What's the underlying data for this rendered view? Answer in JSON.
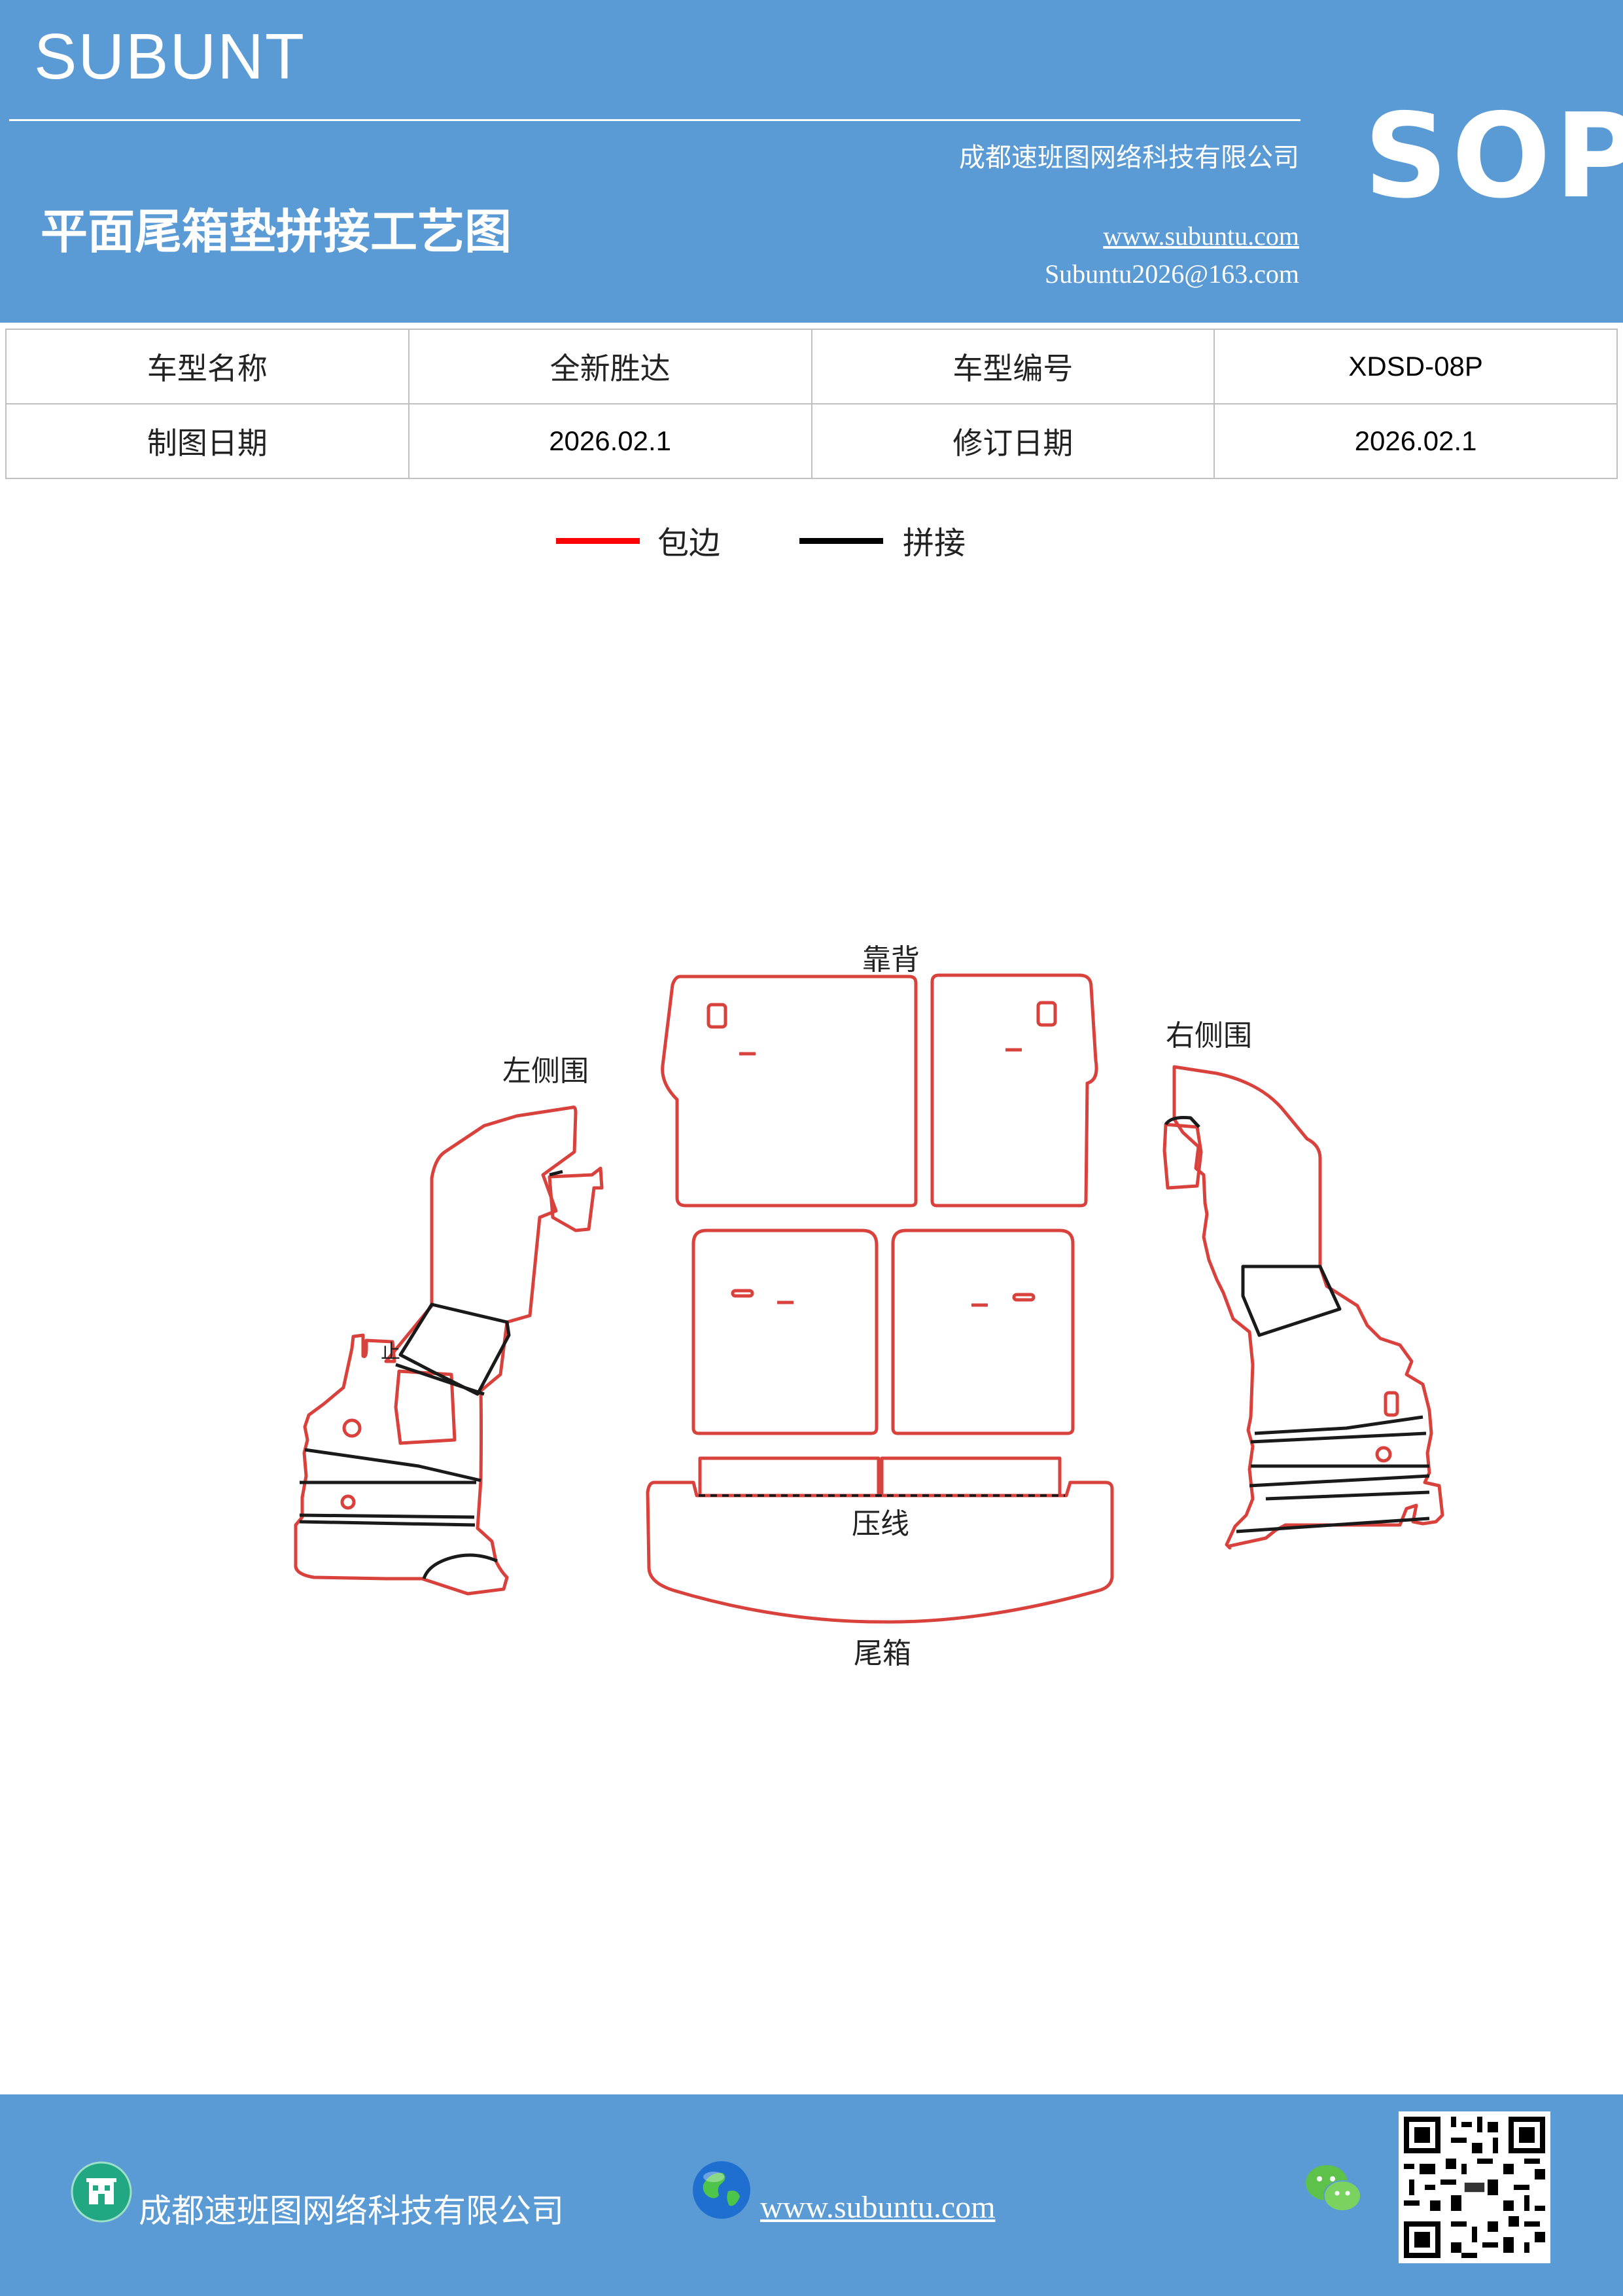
{
  "header": {
    "brand": "SUBUNT",
    "title": "平面尾箱垫拼接工艺图",
    "company": "成都速班图网络科技有限公司",
    "website": "www.subuntu.com",
    "email": "Subuntu2026@163.com",
    "badge": "SOP"
  },
  "info_table": {
    "rows": [
      [
        "车型名称",
        "全新胜达",
        "车型编号",
        "XDSD-08P"
      ],
      [
        "制图日期",
        "2026.02.1",
        "修订日期",
        "2026.02.1"
      ]
    ]
  },
  "legend": {
    "items": [
      {
        "label": "包边",
        "color": "#ff0000"
      },
      {
        "label": "拼接",
        "color": "#000000"
      }
    ]
  },
  "diagram": {
    "labels": {
      "backrest": "靠背",
      "left_side": "左侧围",
      "right_side": "右侧围",
      "crease": "压线",
      "trunk": "尾箱",
      "small_mark": "止"
    },
    "colors": {
      "edge": "#d9413c",
      "seam": "#1a1a1a"
    }
  },
  "footer": {
    "company": "成都速班图网络科技有限公司",
    "website": "www.subuntu.com",
    "icons": [
      "building-icon",
      "globe-icon",
      "wechat-icon",
      "qr-code"
    ]
  }
}
